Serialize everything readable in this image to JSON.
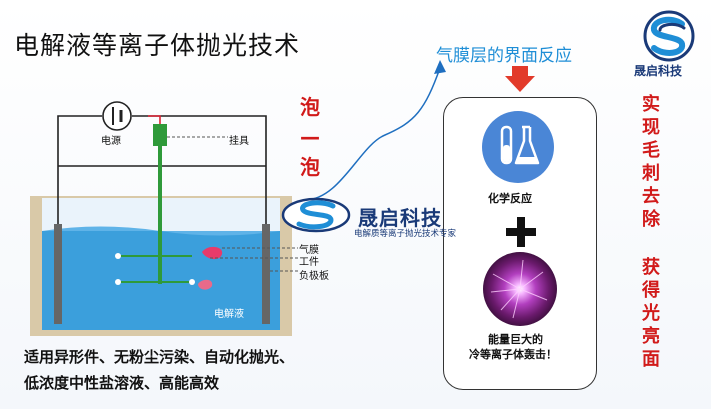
{
  "title": "电解液等离子体抛光技术",
  "company": {
    "name": "晟启科技",
    "slogan": "电解质等离子抛光技术专家"
  },
  "interface": {
    "title": "气膜层的界面反应"
  },
  "reaction": {
    "chem_label": "化学反应",
    "energy_line1": "能量巨大的",
    "energy_line2": "冷等离子体轰击！"
  },
  "bubble": {
    "chars": [
      "泡",
      "—",
      "泡"
    ]
  },
  "diagram_labels": {
    "power": "电源",
    "hanger": "挂具",
    "gas_film": "气膜",
    "workpiece": "工件",
    "cathode": "负极板",
    "electrolyte": "电解液"
  },
  "outcome": {
    "remove_chars": [
      "实",
      "现",
      "毛",
      "刺",
      "去",
      "除"
    ],
    "bright_chars": [
      "获",
      "得",
      "光",
      "亮",
      "面"
    ]
  },
  "features": {
    "line1": "适用异形件、无粉尘污染、自动化抛光、",
    "line2": "低浓度中性盐溶液、高能高效"
  },
  "colors": {
    "accent_blue": "#1f8ed6",
    "brand_navy": "#1a3a78",
    "highlight_red": "#d11a1a",
    "rod_green": "#2f9a3a"
  }
}
